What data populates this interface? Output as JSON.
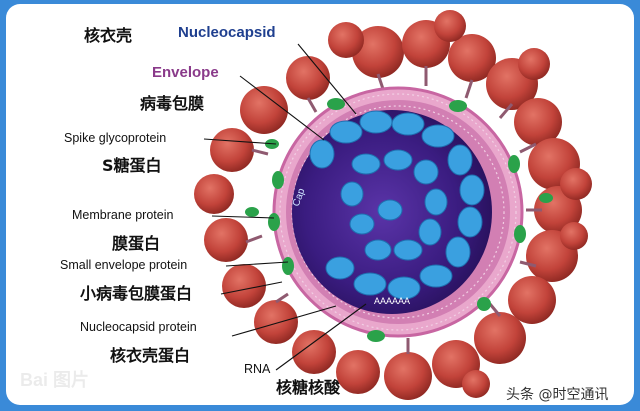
{
  "labels": {
    "nucleocapsid_zh": "核衣壳",
    "nucleocapsid_en": "Nucleocapsid",
    "envelope_en": "Envelope",
    "envelope_zh": "病毒包膜",
    "spike_en": "Spike glycoprotein",
    "spike_zh": "S糖蛋白",
    "membrane_en": "Membrane protein",
    "membrane_zh": "膜蛋白",
    "small_env_en": "Small envelope protein",
    "small_env_zh": "小病毒包膜蛋白",
    "ncap_protein_en": "Nucleocapsid protein",
    "ncap_protein_zh": "核衣壳蛋白",
    "rna_en": "RNA",
    "rna_zh": "核糖核酸",
    "cap": "Cap",
    "polya": "AAAAAA"
  },
  "watermark": {
    "source": "头条 @时空通讯",
    "corner": "Bai 图片"
  },
  "colors": {
    "frame_border": "#3a8ad8",
    "spike": "#c8453c",
    "membrane": "#d77fb0",
    "inner": "#3d1d7a",
    "rna": "#3aa0e0",
    "m_protein": "#2aa24a"
  }
}
